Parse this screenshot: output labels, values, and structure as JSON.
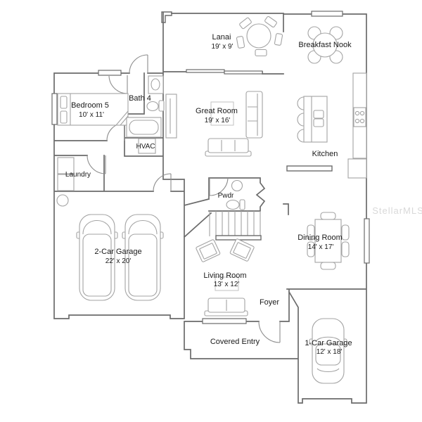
{
  "watermark": "StellarMLS",
  "colors": {
    "wall": "#6b6b6b",
    "furniture": "#a3a3a3",
    "label": "#1a1a1a",
    "watermark": "#d9d9d9"
  },
  "rooms": {
    "lanai": {
      "name": "Lanai",
      "dims": "19' x 9'"
    },
    "breakfast_nook": {
      "name": "Breakfast Nook"
    },
    "bedroom5": {
      "name": "Bedroom 5",
      "dims": "10' x 11'"
    },
    "bath4": {
      "name": "Bath 4"
    },
    "hvac": {
      "name": "HVAC"
    },
    "laundry": {
      "name": "Laundry"
    },
    "great_room": {
      "name": "Great Room",
      "dims": "19' x 16'"
    },
    "kitchen": {
      "name": "Kitchen"
    },
    "pwdr": {
      "name": "Pwdr"
    },
    "garage_2car": {
      "name": "2-Car Garage",
      "dims": "22' x 20'"
    },
    "dining_room": {
      "name": "Dining Room",
      "dims": "14' x 17'"
    },
    "living_room": {
      "name": "Living Room",
      "dims": "13' x 12'"
    },
    "foyer": {
      "name": "Foyer"
    },
    "covered_entry": {
      "name": "Covered Entry"
    },
    "garage_1car": {
      "name": "1-Car Garage",
      "dims": "12' x 18'"
    }
  }
}
